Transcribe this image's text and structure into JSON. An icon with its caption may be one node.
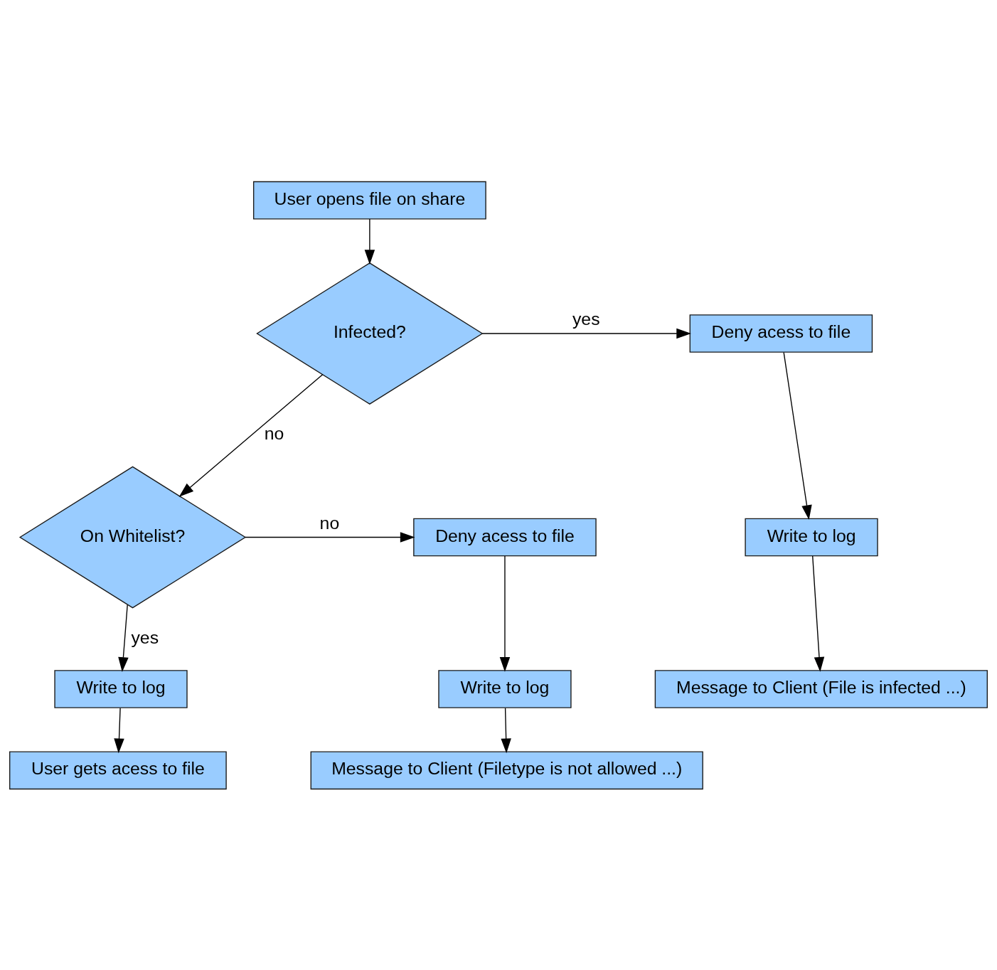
{
  "diagram": {
    "nodes": [
      {
        "text": [
          "User opens file on share"
        ]
      },
      {
        "text": [
          "Infected?"
        ]
      },
      {
        "text": [
          "Deny acess to file"
        ]
      },
      {
        "text": [
          "Write to log"
        ]
      },
      {
        "text": [
          "Message to Client (File is infected ...)"
        ]
      },
      {
        "text": [
          "On Whitelist?"
        ]
      },
      {
        "text": [
          "Deny acess to file"
        ]
      },
      {
        "text": [
          "Write to log"
        ]
      },
      {
        "text": [
          "Message to Client (Filetype is not allowed ...)"
        ]
      },
      {
        "text": [
          "Write to log"
        ]
      },
      {
        "text": [
          "User gets acess to file"
        ]
      }
    ],
    "edges": [
      {
        "from": 0,
        "to": 1,
        "arrow": "to"
      },
      {
        "from": 1,
        "to": 2,
        "arrow": "to",
        "label": "yes"
      },
      {
        "from": 2,
        "to": 3,
        "arrow": "to"
      },
      {
        "from": 3,
        "to": 4,
        "arrow": "to"
      },
      {
        "from": 1,
        "to": 5,
        "arrow": "to",
        "label": "no"
      },
      {
        "from": 5,
        "to": 6,
        "arrow": "to",
        "label": "no"
      },
      {
        "from": 6,
        "to": 7,
        "arrow": "to"
      },
      {
        "from": 7,
        "to": 8,
        "arrow": "to"
      },
      {
        "from": 5,
        "to": 9,
        "arrow": "to",
        "label": "yes"
      },
      {
        "from": 9,
        "to": 10,
        "arrow": "to"
      }
    ]
  }
}
